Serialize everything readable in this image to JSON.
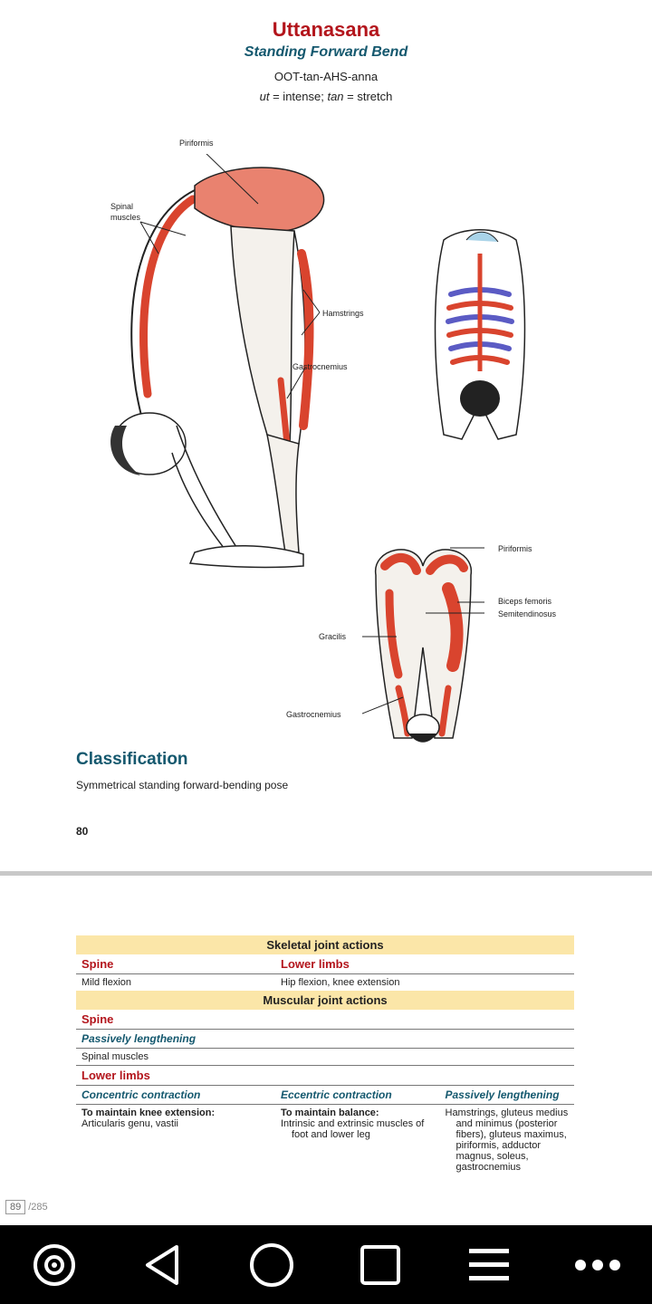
{
  "page1": {
    "title": "Uttanasana",
    "subtitle": "Standing Forward Bend",
    "pronunciation": "OOT-tan-AHS-anna",
    "etymology": {
      "ut": "ut",
      "ut_meaning": " = intense; ",
      "tan": "tan",
      "tan_meaning": " = stretch"
    },
    "labels": {
      "piriformis_1": "Piriformis",
      "spinal_1": "Spinal",
      "spinal_2": "muscles",
      "hamstrings": "Hamstrings",
      "gastrocnemius_1": "Gastrocnemius",
      "piriformis_2": "Piriformis",
      "biceps_femoris": "Biceps femoris",
      "semitendinosus": "Semitendinosus",
      "gracilis": "Gracilis",
      "gastrocnemius_2": "Gastrocnemius"
    },
    "classification_heading": "Classification",
    "classification_text": "Symmetrical standing forward-bending pose",
    "page_number": "80"
  },
  "page2": {
    "skeletal_header": "Skeletal joint actions",
    "spine_label": "Spine",
    "lower_limbs_label": "Lower limbs",
    "spine_action": "Mild flexion",
    "lower_limbs_action": "Hip flexion, knee extension",
    "muscular_header": "Muscular joint actions",
    "spine_label_2": "Spine",
    "passively_lengthening_1": "Passively lengthening",
    "spinal_muscles": "Spinal muscles",
    "lower_limbs_label_2": "Lower limbs",
    "concentric": "Concentric contraction",
    "eccentric": "Eccentric contraction",
    "passively_lengthening_2": "Passively lengthening",
    "col1_head": "To maintain knee extension:",
    "col1_body": "Articularis genu, vastii",
    "col2_head": "To maintain balance:",
    "col2_body": "Intrinsic and extrinsic muscles of foot and lower leg",
    "col3_body": "Hamstrings, gluteus medius and minimus (posterior fibers), gluteus maximus, piriformis, adductor magnus, soleus, gastrocnemius"
  },
  "viewer": {
    "current_page": "89",
    "total_pages": "/285"
  },
  "colors": {
    "title_red": "#b3151c",
    "teal": "#14586e",
    "table_header": "#fbe6a8",
    "muscle": "#d9442e"
  },
  "icons": [
    "eye-icon",
    "back-icon",
    "home-icon",
    "recents-icon",
    "menu-icon",
    "more-icon"
  ]
}
